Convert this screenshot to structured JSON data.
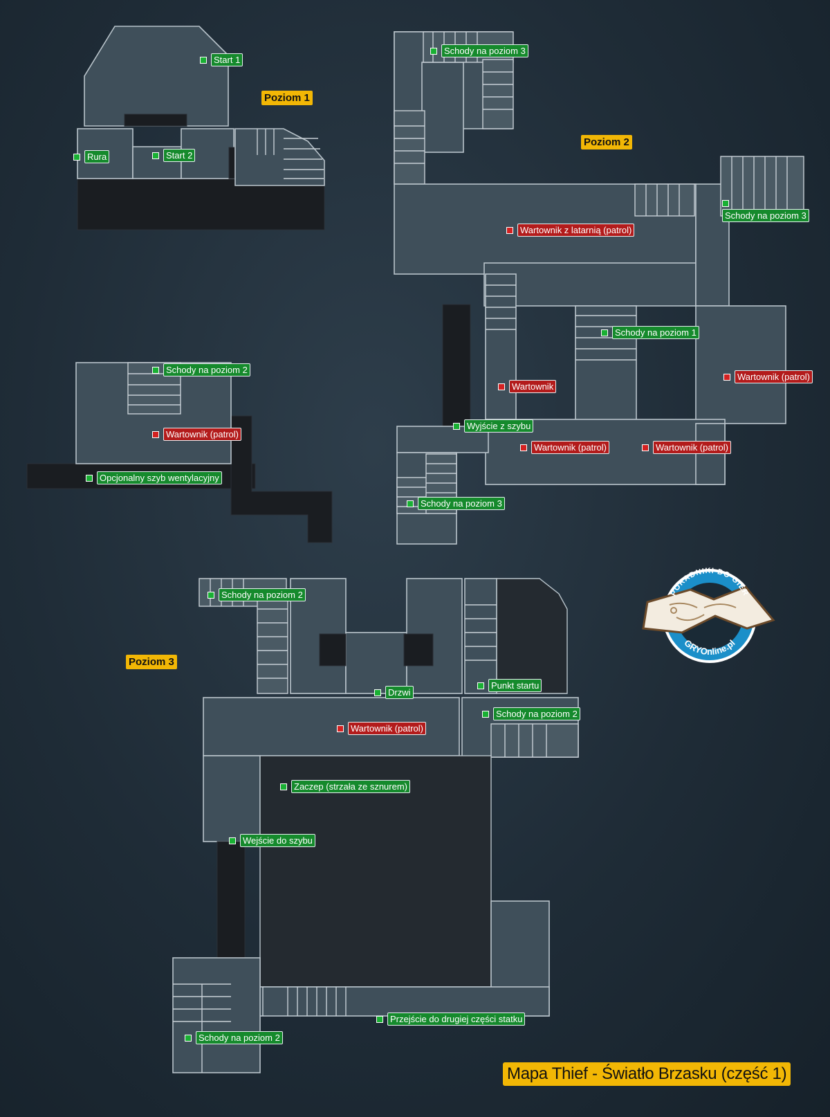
{
  "title": "Mapa Thief - Światło Brzasku (część 1)",
  "colors": {
    "marker_green": "#19b033",
    "marker_red": "#d42121",
    "level_badge": "#f2b705",
    "background": "#1f2c37"
  },
  "levels": [
    {
      "id": "poziom-1",
      "label": "Poziom 1"
    },
    {
      "id": "poziom-2",
      "label": "Poziom 2"
    },
    {
      "id": "poziom-3",
      "label": "Poziom 3"
    }
  ],
  "markers": {
    "level1": [
      {
        "text": "Start 1",
        "type": "point"
      },
      {
        "text": "Rura",
        "type": "point"
      },
      {
        "text": "Start 2",
        "type": "point"
      },
      {
        "text": "Schody na poziom 2",
        "type": "point"
      },
      {
        "text": "Wartownik (patrol)",
        "type": "enemy"
      },
      {
        "text": "Opcjonalny szyb wentylacyjny",
        "type": "point"
      }
    ],
    "level2": [
      {
        "text": "Schody na poziom 3",
        "type": "point"
      },
      {
        "text": "Schody na poziom 3",
        "type": "point"
      },
      {
        "text": "Wartownik z latarnią (patrol)",
        "type": "enemy"
      },
      {
        "text": "Schody na poziom 1",
        "type": "point"
      },
      {
        "text": "Wartownik (patrol)",
        "type": "enemy"
      },
      {
        "text": "Wartownik",
        "type": "enemy"
      },
      {
        "text": "Wyjście z szybu",
        "type": "point"
      },
      {
        "text": "Wartownik (patrol)",
        "type": "enemy"
      },
      {
        "text": "Wartownik (patrol)",
        "type": "enemy"
      },
      {
        "text": "Schody na poziom 3",
        "type": "point"
      }
    ],
    "level3": [
      {
        "text": "Schody na poziom 2",
        "type": "point"
      },
      {
        "text": "Drzwi",
        "type": "point"
      },
      {
        "text": "Punkt startu",
        "type": "point"
      },
      {
        "text": "Schody na poziom 2",
        "type": "point"
      },
      {
        "text": "Wartownik (patrol)",
        "type": "enemy"
      },
      {
        "text": "Zaczep (strzała ze sznurem)",
        "type": "point"
      },
      {
        "text": "Wejście do szybu",
        "type": "point"
      },
      {
        "text": "Przejście do drugiej części statku",
        "type": "point"
      },
      {
        "text": "Schody na poziom 2",
        "type": "point"
      }
    ]
  },
  "logo": {
    "top_text": "PORADNIKI DO GIER",
    "bottom_text": "GRYOnline.pl",
    "icon": "map-icon"
  }
}
